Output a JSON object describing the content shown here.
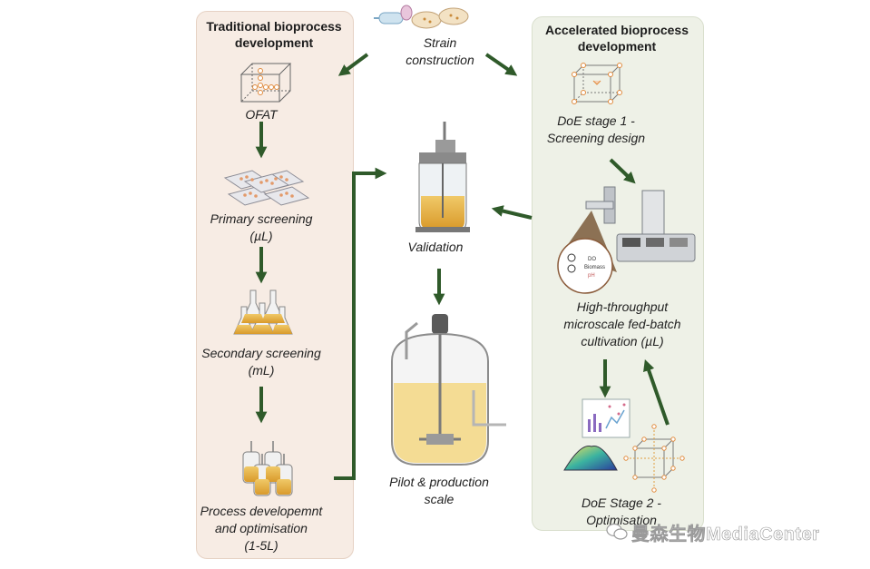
{
  "panels": {
    "traditional": {
      "title_line1": "Traditional bioprocess",
      "title_line2": "development"
    },
    "accelerated": {
      "title_line1": "Accelerated bioprocess",
      "title_line2": "development"
    }
  },
  "labels": {
    "strain": [
      "Strain",
      "construction"
    ],
    "ofat": [
      "OFAT"
    ],
    "primary": [
      "Primary screening",
      "(µL)"
    ],
    "secondary": [
      "Secondary screening",
      "(mL)"
    ],
    "process": [
      "Process developemnt",
      "and optimisation",
      "(1-5L)"
    ],
    "validation": [
      "Validation"
    ],
    "pilot": [
      "Pilot & production",
      "scale"
    ],
    "doe1": [
      "DoE stage 1 -",
      "Screening design"
    ],
    "htp": [
      "High-throughput",
      "microscale fed-batch",
      "cultivation  (µL)"
    ],
    "doe2": [
      "DoE  Stage 2 -",
      "Optimisation"
    ]
  },
  "sensor_labels": [
    "DO",
    "Biomass",
    "pH"
  ],
  "watermark": "曼森生物MediaCenter",
  "colors": {
    "arrow": "#2f5a2a",
    "left_panel": "#f7ece4",
    "right_panel": "#eef1e7",
    "culture": "#e6b24a"
  }
}
